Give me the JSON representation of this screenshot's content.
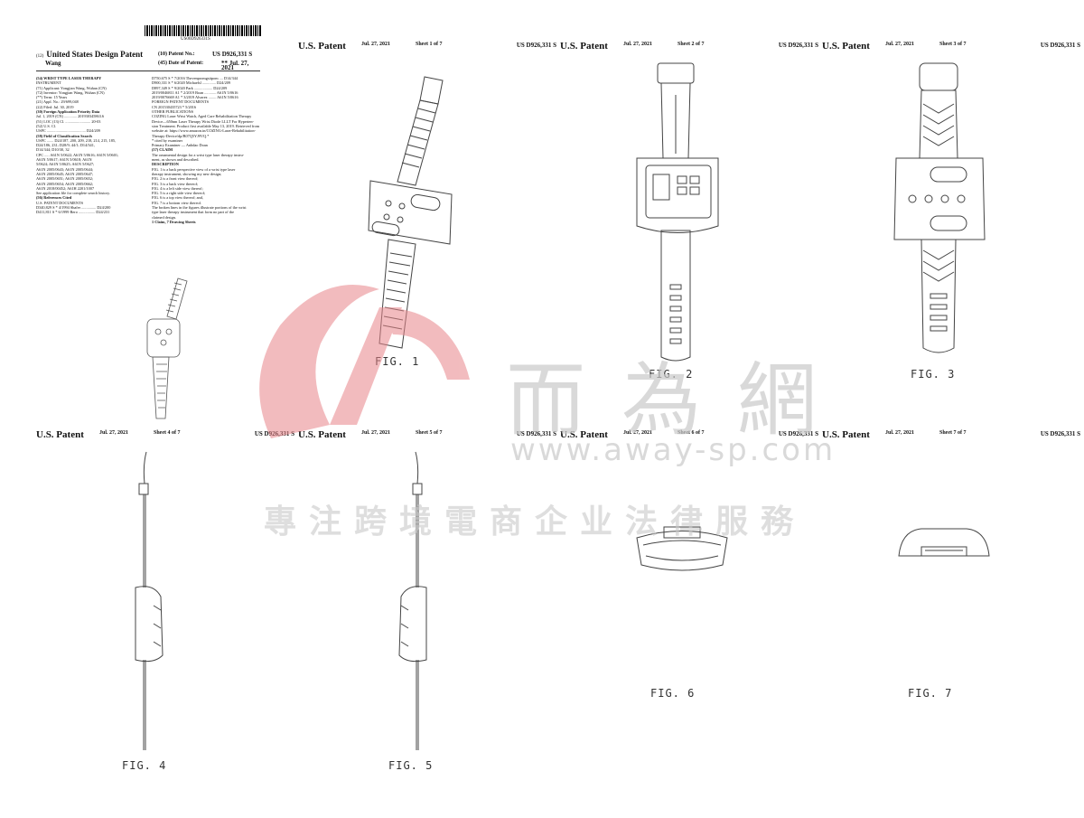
{
  "header": {
    "patent_label": "U.S. Patent",
    "date": "Jul. 27, 2021",
    "number": "US D926,331 S"
  },
  "sheets": [
    {
      "sheet": "Sheet 1 of 7",
      "fig": "FIG. 1"
    },
    {
      "sheet": "Sheet 2 of 7",
      "fig": "FIG. 2"
    },
    {
      "sheet": "Sheet 3 of 7",
      "fig": "FIG. 3"
    },
    {
      "sheet": "Sheet 4 of 7",
      "fig": "FIG. 4"
    },
    {
      "sheet": "Sheet 5 of 7",
      "fig": "FIG. 5"
    },
    {
      "sheet": "Sheet 6 of 7",
      "fig": "FIG. 6"
    },
    {
      "sheet": "Sheet 7 of 7",
      "fig": "FIG. 7"
    }
  ],
  "front_page": {
    "barcode_number": "US00D926331S",
    "kind_code": "(12)",
    "title_line": "United States Design Patent",
    "patent_no_label": "(10) Patent No.:",
    "patent_no": "US D926,331 S",
    "inventor_short": "Wang",
    "date_label": "(45) Date of Patent:",
    "date_value": "** Jul. 27, 2021",
    "left_col": [
      "(54)  WRIST TYPE LASER THERAPY",
      "        INSTRUMENT",
      "(71)  Applicant: Yongjian Wang, Wuhan (CN)",
      "(72)  Inventor:  Yongjian Wang, Wuhan (CN)",
      "(**)  Term:   15 Years",
      "(21)  Appl. No.: 29/699,048",
      "(22)  Filed:    Jul. 30, 2019",
      "(30)   Foreign Application Priority Data",
      "Jul. 1, 2019   (CN) ............. 201930345863.6",
      "(51)  LOC (13) Cl. .......................... 20-03",
      "(52)  U.S. Cl.",
      "       USPC ........................................ D24/209",
      "(58)  Field of Classification Search",
      "       USPC ....... D24/187, 200, 209, 218, 214, 215, 185,",
      "                  D24/186, 231; D28/9; 44/1; D14/341,",
      "                  D14/344; D10/30, 32",
      "       CPC ..... A61N 5/0622; A61N 5/0616; A61N 5/0601;",
      "                  A61N 5/0617; A61N 5/0618; A61N",
      "                  5/0624; A61N 5/0625; A61N 5/0627;",
      "                  A61N 2005/0643; A61N 2005/0644;",
      "                  A61N 2005/0645; A61N 2005/0647;",
      "                  A61N 2005/0651; A61N 2005/0652;",
      "                  A61N 2005/0654; A61N 2005/0662;",
      "                  A61N 2018/00452; A61H 2201/1007",
      "See application file for complete search history.",
      "(56)             References Cited",
      "             U.S. PATENT DOCUMENTS",
      "D340,829 S  *   4/1994  Shafer ............... D24/200",
      "D411,811 S  *   6/1999  Bero ................. D24/231"
    ],
    "right_col": [
      "D750,675 S  *   7/2016  Thevenpromgsitpom .... D14/344",
      "D900,331 S  *   6/2020  Michaelsl .............. D24/209",
      "D897,349 S  *   9/2020  Park ................... D24/209",
      "2019/0046811 A1 *  2/2019  Boan ............ A61N 5/0616",
      "2019/0076669 A1 *  3/2019  Alvarez ........ A61N 5/0616",
      "",
      "           FOREIGN PATENT DOCUMENTS",
      "CN      201530435723    *   5/2016",
      "",
      "                 OTHER PUBLICATIONS",
      "COZING Laser Wrist Watch, Aged Care Rehabilitation Therapy",
      "Device—650nm Laser Therapy Wrist Diode LLLT For Hyperten-",
      "sion Treatment. Product first available May 13, 2019. Retrieved from",
      "website at: https://www.amazon.in/COZING-Laser-Rehabilitation-",
      "Therapy-Device/dp/B07Q5YJ9VQ.*",
      "",
      "* cited by examiner",
      "",
      "Primary Examiner — Anhdao Doan",
      "(57)                         CLAIM",
      "The ornamental design for a wrist type laser therapy instru-",
      "ment, as shown and described.",
      "                          DESCRIPTION",
      "FIG. 1 is a back perspective view of a wrist type laser",
      "therapy instrument, showing my new design;",
      "FIG. 2 is a front view thereof;",
      "FIG. 3 is a back view thereof;",
      "FIG. 4 is a left side view thereof;",
      "FIG. 5 is a right side view thereof;",
      "FIG. 6 is a top view thereof; and,",
      "FIG. 7 is a bottom view thereof.",
      "The broken lines in the figures illustrate portions of the wrist",
      "type laser therapy instrument that form no part of the",
      "claimed design.",
      "            1 Claim, 7 Drawing Sheets"
    ]
  },
  "watermark": {
    "chars": "而為網",
    "url": "www.away-sp.com",
    "slogan": "專注跨境電商企业法律服務",
    "logo_color": "#e8858a",
    "text_color": "#c9c9c9"
  }
}
